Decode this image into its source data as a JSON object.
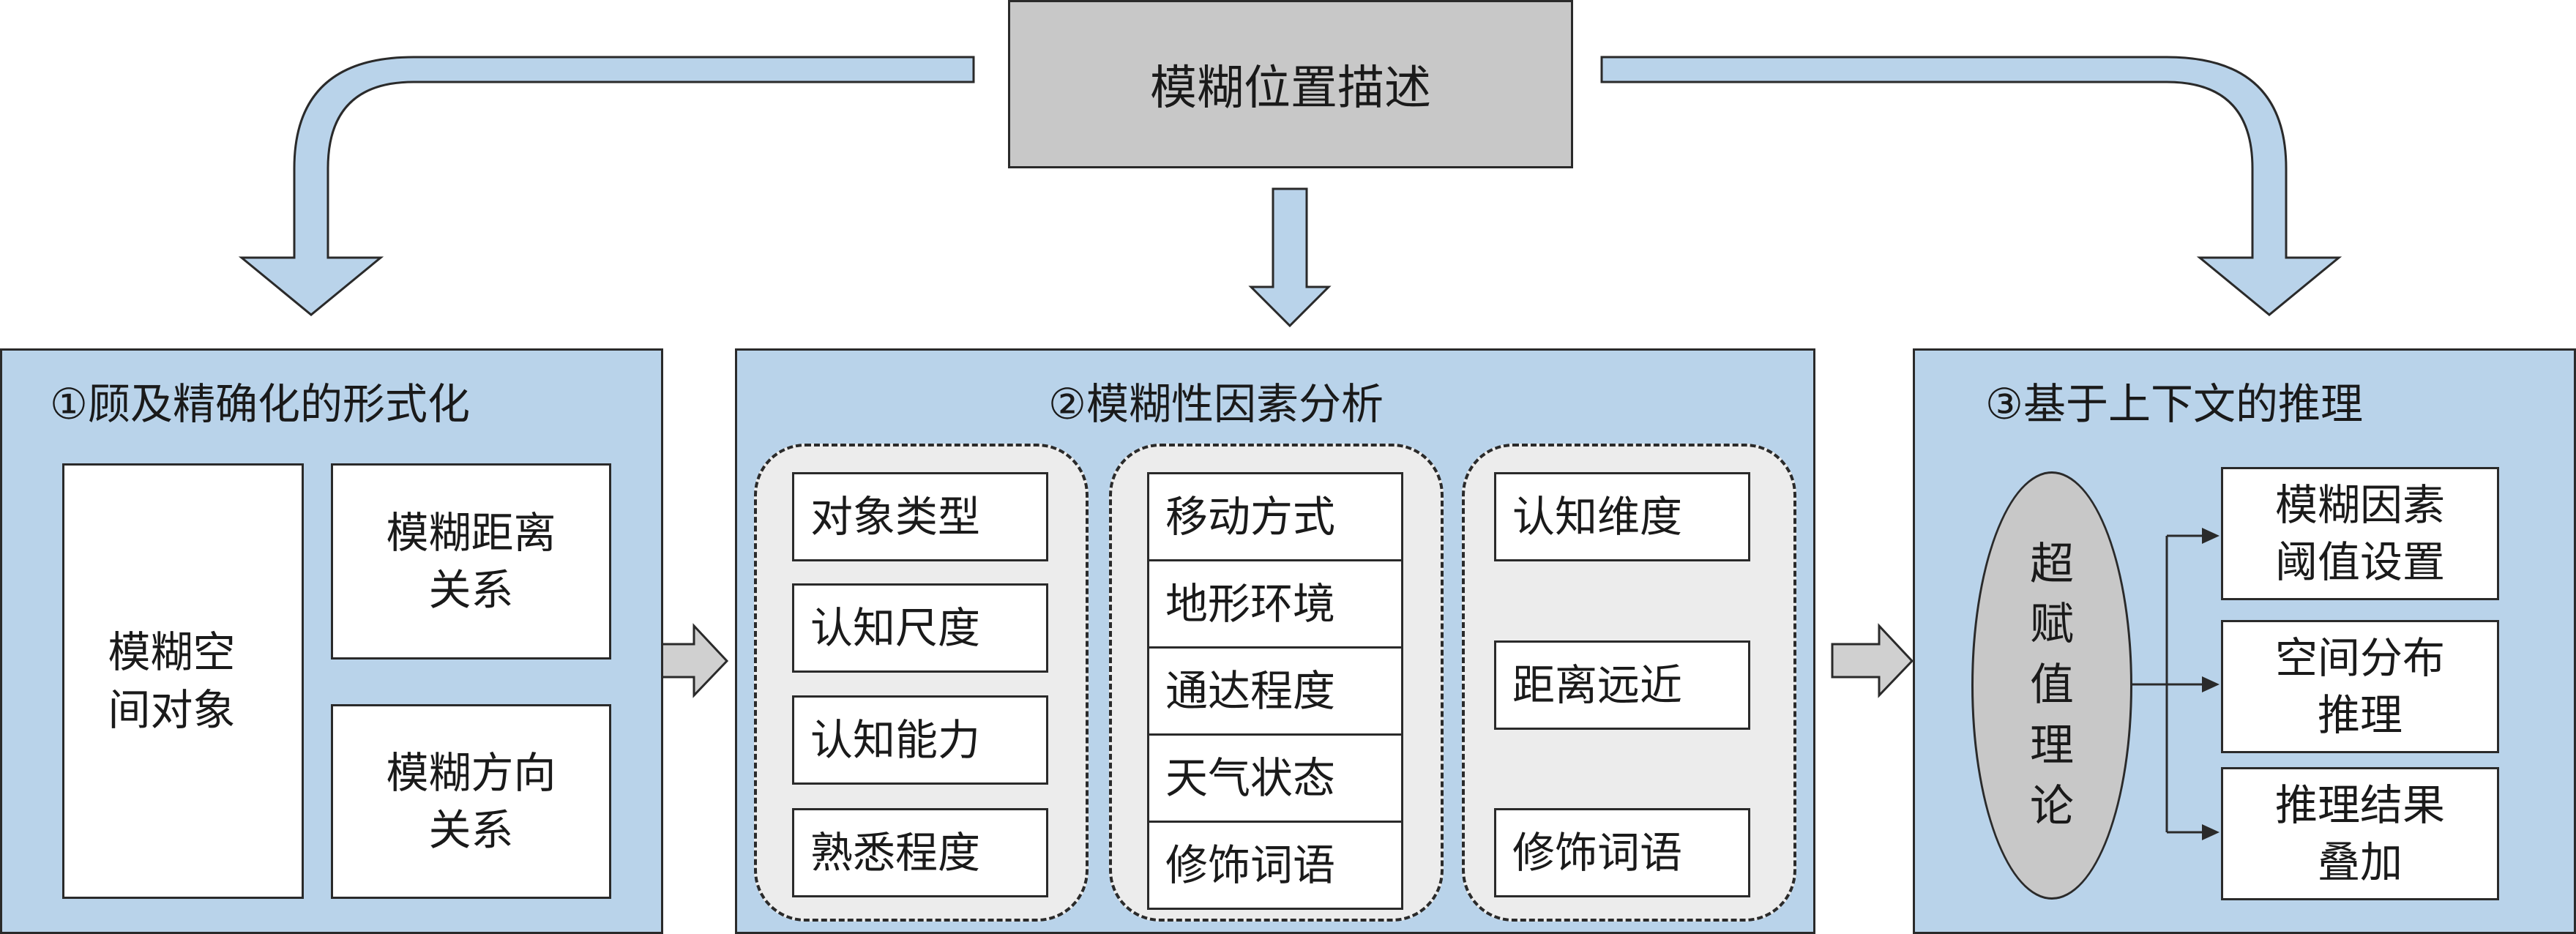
{
  "top": {
    "title": "模糊位置描述"
  },
  "panel1": {
    "title": "①顾及精确化的形式化",
    "object_box": "模糊空间对象",
    "distance_box": "模糊距离关系",
    "direction_box": "模糊方向关系"
  },
  "panel2": {
    "title": "②模糊性因素分析",
    "group1": [
      "对象类型",
      "认知尺度",
      "认知能力",
      "熟悉程度"
    ],
    "group2": [
      "移动方式",
      "地形环境",
      "通达程度",
      "天气状态",
      "修饰词语"
    ],
    "group3": [
      "认知维度",
      "距离远近",
      "修饰词语"
    ]
  },
  "panel3": {
    "title": "③基于上下文的推理",
    "ellipse": "超赋值理论",
    "outputs": [
      "模糊因素阈值设置",
      "空间分布推理",
      "推理结果叠加"
    ]
  },
  "colors": {
    "panel_fill": "#b9d3ea",
    "arrow_fill": "#b9d3ea",
    "top_box_fill": "#c8c8c8",
    "group_fill": "#ececec",
    "outline": "#2a2a2a"
  }
}
